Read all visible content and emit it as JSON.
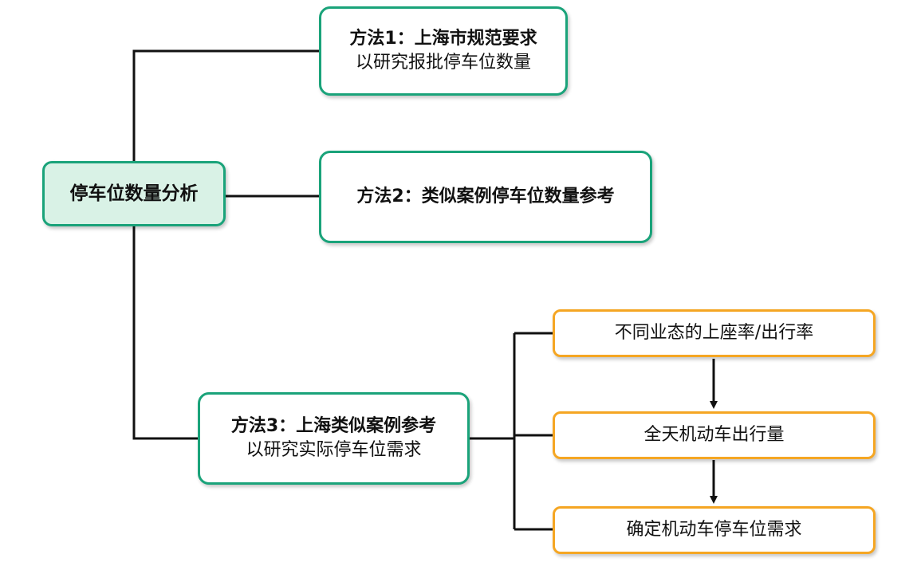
{
  "root": {
    "label": "停车位数量分析"
  },
  "methods": [
    {
      "title": "方法1：上海市规范要求",
      "subtitle": "以研究报批停车位数量"
    },
    {
      "title": "方法2：类似案例停车位数量参考",
      "subtitle": ""
    },
    {
      "title": "方法3：上海类似案例参考",
      "subtitle": "以研究实际停车位需求"
    }
  ],
  "steps": [
    {
      "label": "不同业态的上座率/出行率"
    },
    {
      "label": "全天机动车出行量"
    },
    {
      "label": "确定机动车停车位需求"
    }
  ],
  "colors": {
    "green_border": "#1aa37a",
    "root_fill": "#d9f2e6",
    "orange_border": "#f5a623",
    "connector": "#111111"
  }
}
